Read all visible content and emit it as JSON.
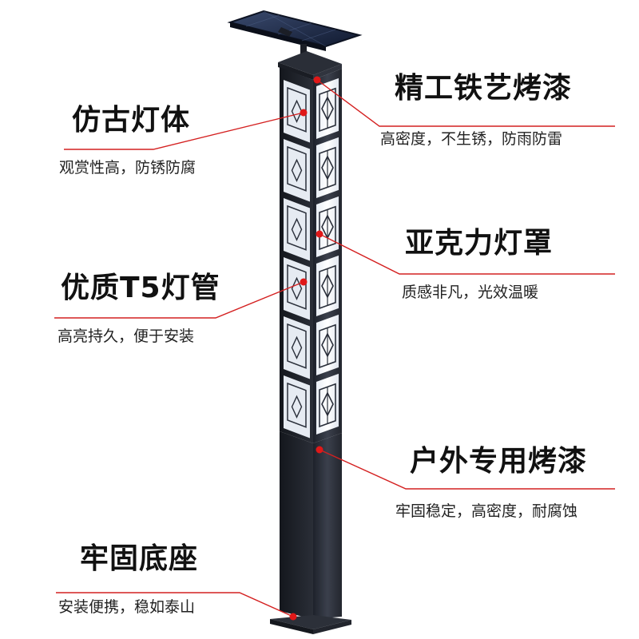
{
  "callouts": [
    {
      "side": "left",
      "title": "仿古灯体",
      "desc": "观赏性高，防锈防腐"
    },
    {
      "side": "right",
      "title": "精工铁艺烤漆",
      "desc": "高密度，不生锈，防雨防雷"
    },
    {
      "side": "right",
      "title": "亚克力灯罩",
      "desc": "质感非凡，光效温暖"
    },
    {
      "side": "left",
      "title": "优质T5灯管",
      "desc": "高亮持久，便于安装"
    },
    {
      "side": "right",
      "title": "户外专用烤漆",
      "desc": "牢固稳定，高密度，耐腐蚀"
    },
    {
      "side": "left",
      "title": "牢固底座",
      "desc": "安装便携，稳如泰山"
    }
  ],
  "colors": {
    "accent_line": "#d42020",
    "dot": "#e01818",
    "pole": "#2b2f3a",
    "panel": "#1f2a44",
    "glass": "#f4f7fb"
  }
}
